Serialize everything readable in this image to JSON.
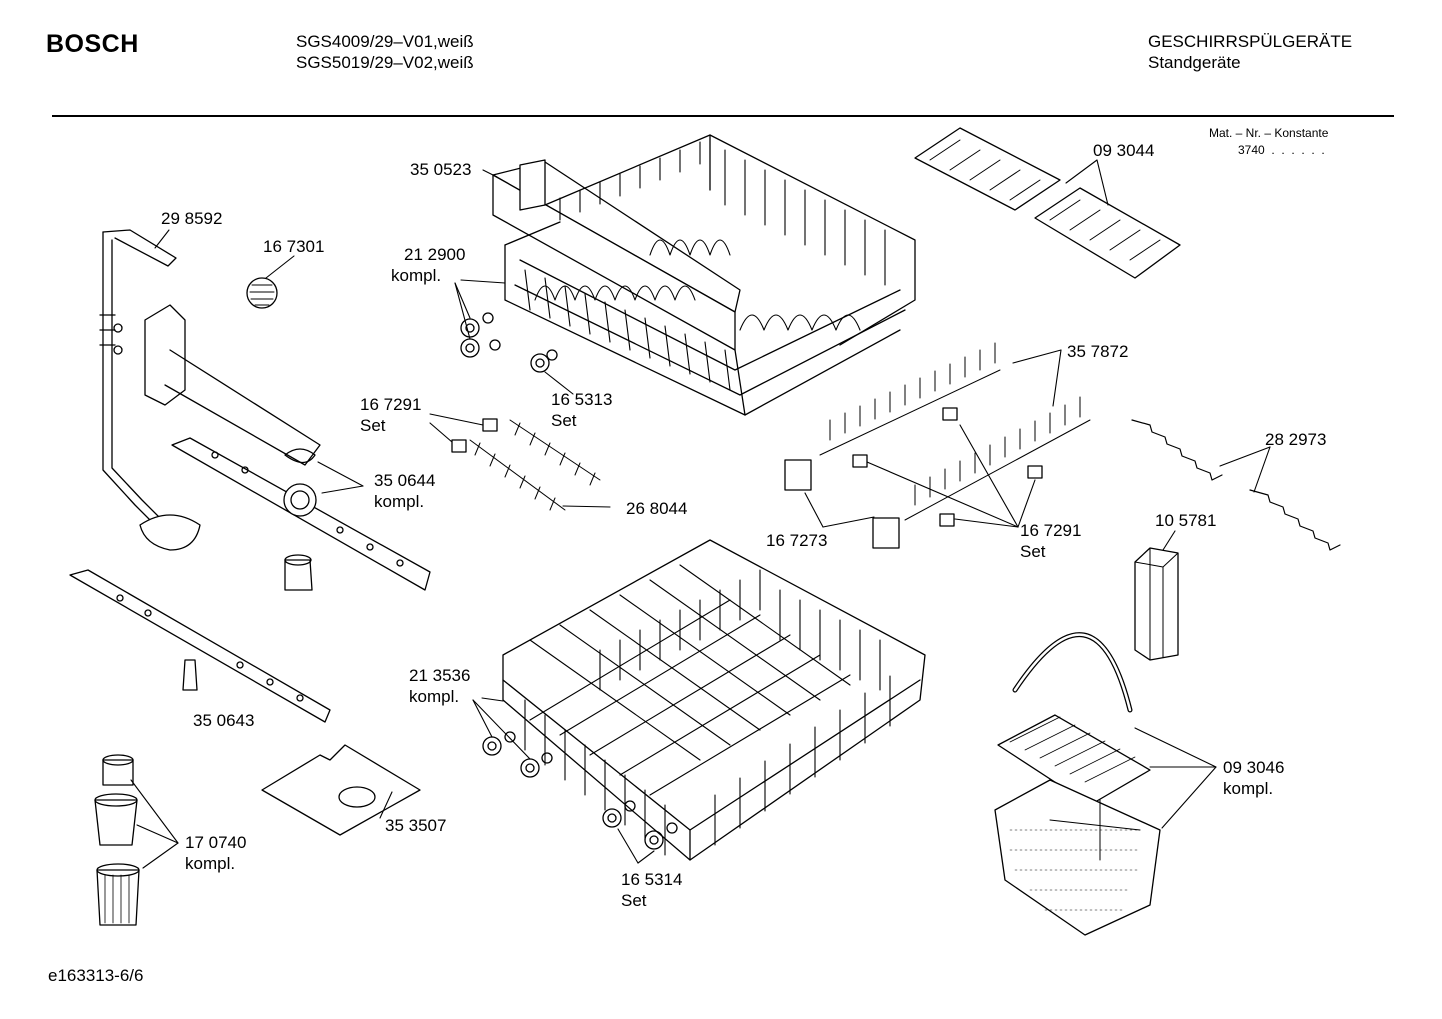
{
  "header": {
    "brand": "BOSCH",
    "model_line_1": "SGS4009/29–V01,weiß",
    "model_line_2": "SGS5019/29–V02,weiß",
    "category": "GESCHIRRSPÜLGERÄTE",
    "subcategory": "Standgeräte"
  },
  "material_constant": {
    "label": "Mat. – Nr. – Konstante",
    "value": "3740  .  .  .  .  .  ."
  },
  "parts": [
    {
      "id": "350523",
      "number": "35 0523",
      "suffix": ""
    },
    {
      "id": "212900",
      "number": "21 2900",
      "suffix": "kompl."
    },
    {
      "id": "165313",
      "number": "16 5313",
      "suffix": "Set"
    },
    {
      "id": "298592",
      "number": "29 8592",
      "suffix": ""
    },
    {
      "id": "167301",
      "number": "16 7301",
      "suffix": ""
    },
    {
      "id": "167291a",
      "number": "16 7291",
      "suffix": "Set"
    },
    {
      "id": "268044",
      "number": "26 8044",
      "suffix": ""
    },
    {
      "id": "350644",
      "number": "35 0644",
      "suffix": "kompl."
    },
    {
      "id": "093044",
      "number": "09 3044",
      "suffix": ""
    },
    {
      "id": "357872",
      "number": "35 7872",
      "suffix": ""
    },
    {
      "id": "282973",
      "number": "28 2973",
      "suffix": ""
    },
    {
      "id": "167273",
      "number": "16 7273",
      "suffix": ""
    },
    {
      "id": "167291b",
      "number": "16 7291",
      "suffix": "Set"
    },
    {
      "id": "105781",
      "number": "10 5781",
      "suffix": ""
    },
    {
      "id": "350643",
      "number": "35 0643",
      "suffix": ""
    },
    {
      "id": "213536",
      "number": "21 3536",
      "suffix": "kompl."
    },
    {
      "id": "093046",
      "number": "09 3046",
      "suffix": "kompl."
    },
    {
      "id": "353507",
      "number": "35 3507",
      "suffix": ""
    },
    {
      "id": "170740",
      "number": "17 0740",
      "suffix": "kompl."
    },
    {
      "id": "165314",
      "number": "16 5314",
      "suffix": "Set"
    }
  ],
  "footer": {
    "drawing_id": "e163313-6/6"
  }
}
